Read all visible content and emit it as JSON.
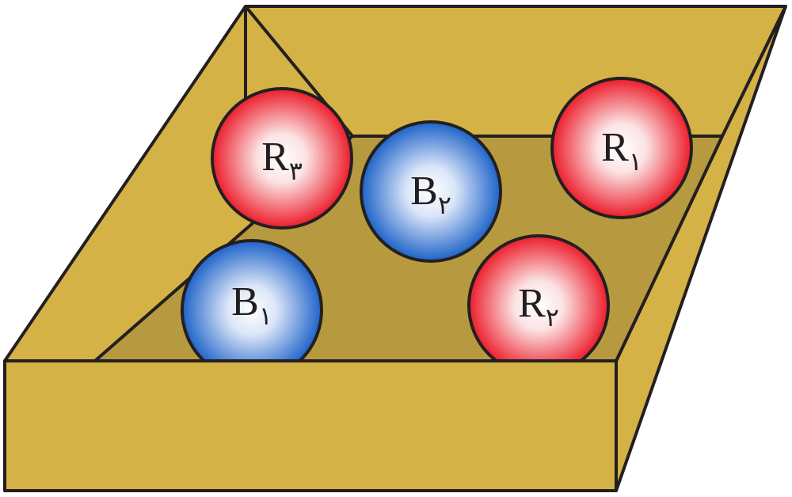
{
  "colors": {
    "box_face": "#d4b245",
    "box_floor": "#b79a3f",
    "outline": "#231f20",
    "red_ball_edge": "#ec1d2b",
    "blue_ball_edge": "#1e63c9",
    "ball_center": "#ffffff"
  },
  "balls": [
    {
      "id": "r3",
      "color": "red",
      "letter": "R",
      "sub": "۳"
    },
    {
      "id": "b2",
      "color": "blue",
      "letter": "B",
      "sub": "۲"
    },
    {
      "id": "r1",
      "color": "red",
      "letter": "R",
      "sub": "۱"
    },
    {
      "id": "b1",
      "color": "blue",
      "letter": "B",
      "sub": "۱"
    },
    {
      "id": "r2",
      "color": "red",
      "letter": "R",
      "sub": "۲"
    }
  ]
}
